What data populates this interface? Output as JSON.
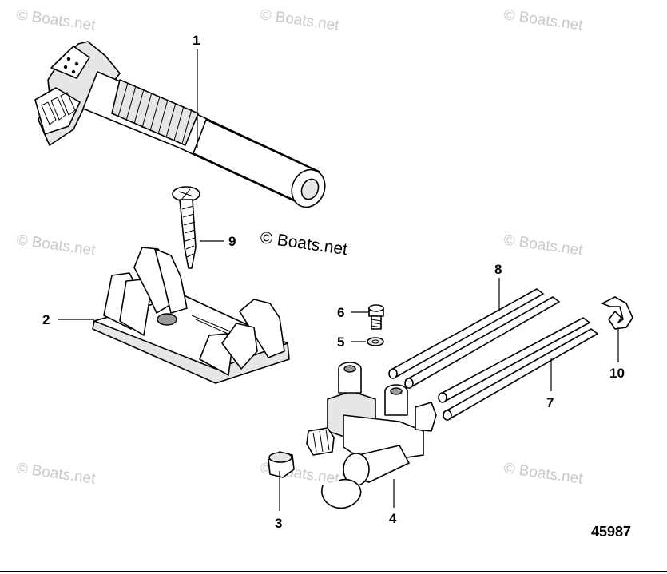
{
  "watermarks": {
    "tile": "© Boats.net",
    "main": "© Boats.net"
  },
  "figure_number": "45987",
  "callouts": [
    {
      "id": "1",
      "label": "1"
    },
    {
      "id": "2",
      "label": "2"
    },
    {
      "id": "3",
      "label": "3"
    },
    {
      "id": "4",
      "label": "4"
    },
    {
      "id": "5",
      "label": "5"
    },
    {
      "id": "6",
      "label": "6"
    },
    {
      "id": "7",
      "label": "7"
    },
    {
      "id": "8",
      "label": "8"
    },
    {
      "id": "9",
      "label": "9"
    },
    {
      "id": "10",
      "label": "10"
    }
  ]
}
